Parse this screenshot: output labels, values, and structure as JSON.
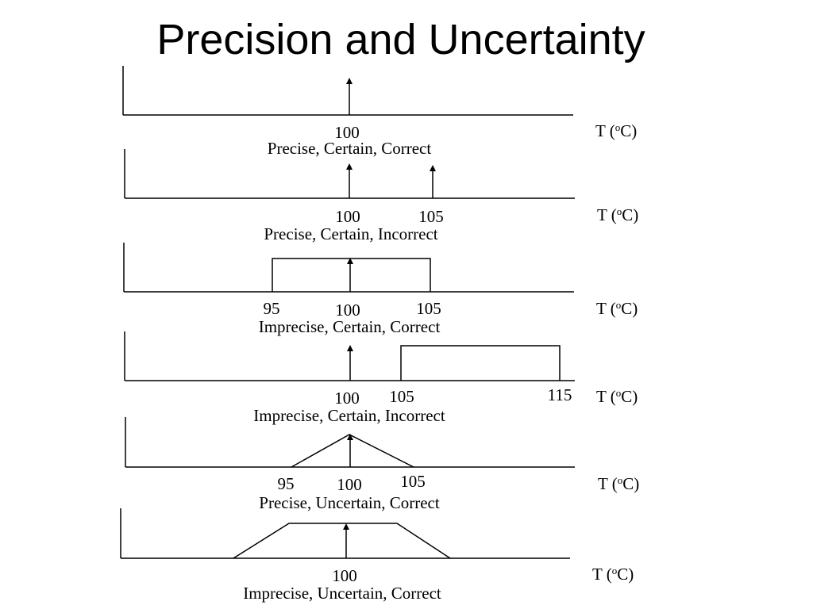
{
  "title": "Precision and Uncertainty",
  "axis_unit": {
    "prefix": "T (",
    "sup": "o",
    "suffix": "C)"
  },
  "panels": [
    {
      "caption": "Precise, Certain, Correct",
      "ticks": [
        "100"
      ],
      "distribution": "single spike at 100"
    },
    {
      "caption": "Precise, Certain, Incorrect",
      "ticks": [
        "100",
        "105"
      ],
      "distribution": "spikes at 100 and 105"
    },
    {
      "caption": "Imprecise, Certain, Correct",
      "ticks": [
        "95",
        "100",
        "105"
      ],
      "distribution": "flat interval 95 to 105, true value 100"
    },
    {
      "caption": "Imprecise, Certain, Incorrect",
      "ticks": [
        "100",
        "105",
        "115"
      ],
      "distribution": "flat interval 105 to 115, true value 100"
    },
    {
      "caption": "Precise, Uncertain, Correct",
      "ticks": [
        "95",
        "100",
        "105"
      ],
      "distribution": "triangle 95 to 105 peaking at 100"
    },
    {
      "caption": "Imprecise, Uncertain, Correct",
      "ticks": [
        "100"
      ],
      "distribution": "trapezoid around 100"
    }
  ]
}
